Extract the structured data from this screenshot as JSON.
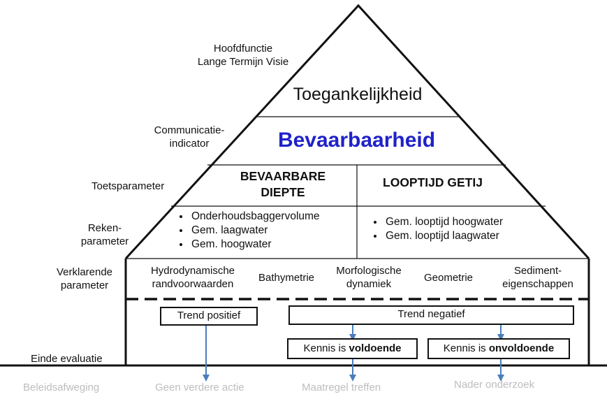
{
  "left_labels": {
    "hoofdfunctie": [
      "Hoofdfunctie",
      "Lange Termijn Visie"
    ],
    "communicatie": [
      "Communicatie-",
      "indicator"
    ],
    "toets": "Toetsparameter",
    "reken": [
      "Reken-",
      "parameter"
    ],
    "verklarend": [
      "Verklarende",
      "parameter"
    ],
    "einde": "Einde evaluatie"
  },
  "pyramid": {
    "main_function": "Toegankelijkheid",
    "indicator": "Bevaarbaarheid",
    "indicator_color": "#1f22c8",
    "test_params": [
      {
        "text": [
          "BEVAARBARE",
          "DIEPTE"
        ]
      },
      {
        "text": [
          "LOOPTIJD GETIJ"
        ]
      }
    ],
    "calc_params_left": [
      "Onderhoudsbaggervolume",
      "Gem. laagwater",
      "Gem. hoogwater"
    ],
    "calc_params_right": [
      "Gem. looptijd hoogwater",
      "Gem. looptijd laagwater"
    ]
  },
  "explanatory": [
    [
      "Hydrodynamische",
      "randvoorwaarden"
    ],
    [
      "Bathymetrie"
    ],
    [
      "Morfologische",
      "dynamiek"
    ],
    [
      "Geometrie"
    ],
    [
      "Sediment-",
      "eigenschappen"
    ]
  ],
  "evaluation": {
    "trend_pos": "Trend positief",
    "trend_neg": "Trend negatief",
    "kennis_prefix": "Kennis is ",
    "kennis_ok": "voldoende",
    "kennis_nok": "onvoldoende"
  },
  "outcomes": {
    "beleid": "Beleidsafweging",
    "geen": "Geen verdere actie",
    "maatregel": "Maatregel treffen",
    "nader": "Nader onderzoek"
  },
  "colors": {
    "arrow": "#4a7ebb",
    "outcome_text": "#bdbdbd"
  }
}
